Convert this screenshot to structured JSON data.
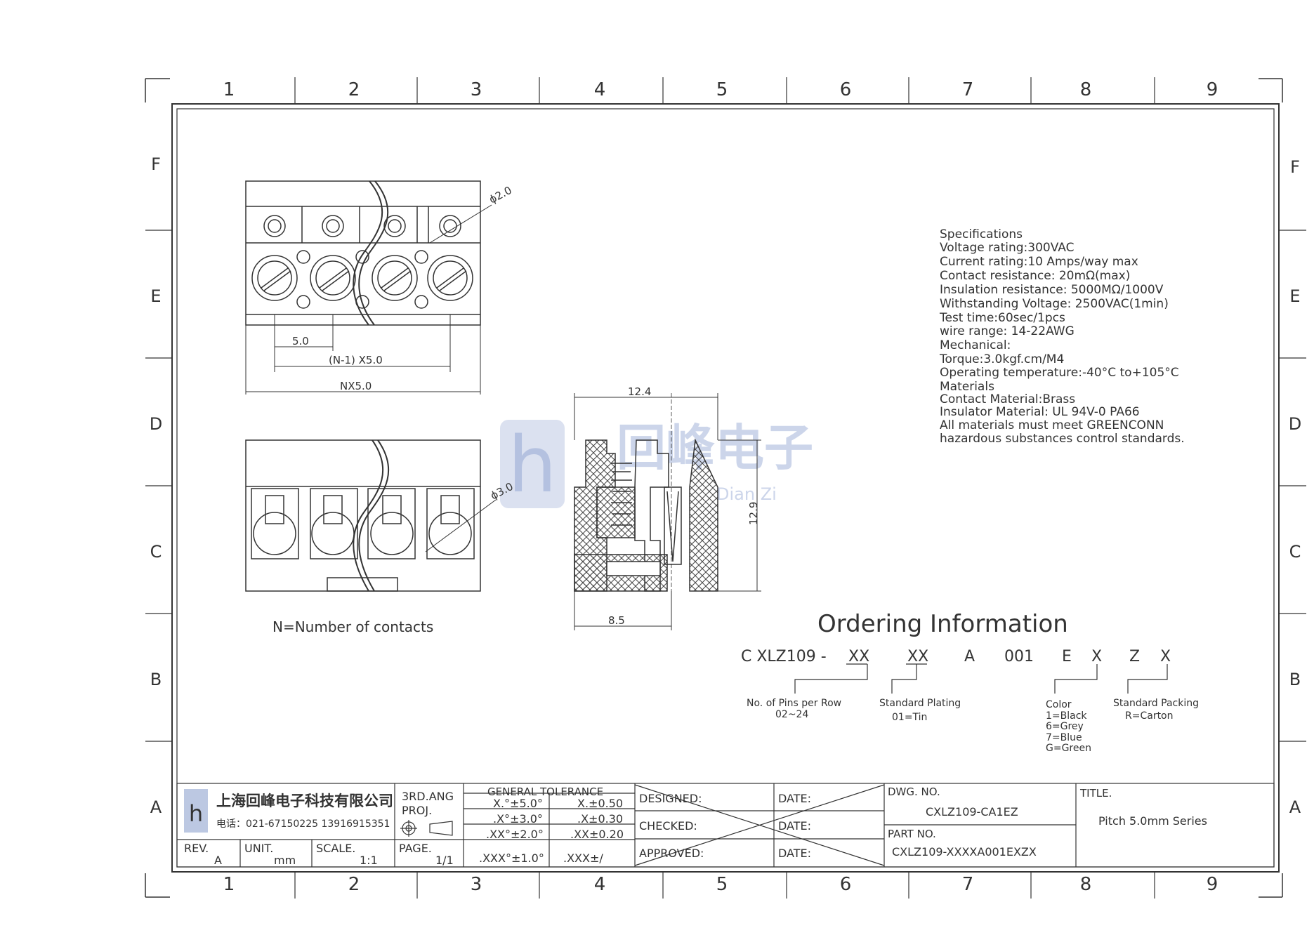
{
  "grid": {
    "columns": [
      "1",
      "2",
      "3",
      "4",
      "5",
      "6",
      "7",
      "8",
      "9"
    ],
    "rows": [
      "F",
      "E",
      "D",
      "C",
      "B",
      "A"
    ]
  },
  "watermark": {
    "logo_text": "h",
    "cn_text": "回峰电子",
    "pinyin": "Dian Zi"
  },
  "views": {
    "top_dims": {
      "pitch": "5.0",
      "n_minus_1": "(N-1) X5.0",
      "total": "NX5.0",
      "screw_dia": "ϕ2.0"
    },
    "front_dims": {
      "wire_dia": "ϕ3.0"
    },
    "side_dims": {
      "width": "12.4",
      "height": "12.9",
      "base": "8.5"
    },
    "note": "N=Number of contacts"
  },
  "specs": [
    "Specifications",
    "Voltage rating:300VAC",
    "Current rating:10 Amps/way max",
    "Contact resistance: 20mΩ(max)",
    "Insulation resistance: 5000MΩ/1000V",
    "Withstanding Voltage: 2500VAC(1min)",
    "Test time:60sec/1pcs",
    "wire range: 14-22AWG",
    "Mechanical:",
    "Torque:3.0kgf.cm/M4",
    "Operating temperature:-40°C to+105°C",
    "Materials",
    "Contact Material:Brass",
    "Insulator Material: UL 94V-0 PA66",
    "All materials must meet GREENCONN",
    "hazardous substances control standards."
  ],
  "ordering": {
    "title": "Ordering Information",
    "parts": [
      "C XLZ109 -",
      "XX",
      "XX",
      "A",
      "001",
      "E",
      "X",
      "Z",
      "X"
    ],
    "legend_pins": [
      "No. of Pins per Row",
      "02~24"
    ],
    "legend_plating": [
      "Standard Plating",
      "01=Tin"
    ],
    "legend_color": [
      "Color",
      "1=Black",
      "6=Grey",
      "7=Blue",
      "G=Green"
    ],
    "legend_packing": [
      "Standard Packing",
      "R=Carton"
    ]
  },
  "title_block": {
    "company_cn": "上海回峰电子科技有限公司",
    "company_tel": "电话：021-67150225  13916915351",
    "proj_label": "3RD.ANG",
    "proj_label2": "PROJ.",
    "tolerance_title": "GENERAL TOLERANCE",
    "tolerance": [
      [
        "X.°±5.0°",
        "X.±0.50"
      ],
      [
        ".X°±3.0°",
        ".X±0.30"
      ],
      [
        ".XX°±2.0°",
        ".XX±0.20"
      ],
      [
        ".XXX°±1.0°",
        ".XXX±/"
      ]
    ],
    "designed": "DESIGNED:",
    "checked": "CHECKED:",
    "approved": "APPROVED:",
    "date": "DATE:",
    "dwg_no_label": "DWG. NO.",
    "dwg_no": "CXLZ109-CA1EZ",
    "part_no_label": "PART NO.",
    "part_no": "CXLZ109-XXXXA001EXZX",
    "title_label": "TITLE.",
    "title": "Pitch 5.0mm Series",
    "rev_label": "REV.",
    "rev": "A",
    "unit_label": "UNIT.",
    "unit": "mm",
    "scale_label": "SCALE.",
    "scale": "1:1",
    "page_label": "PAGE.",
    "page": "1/1"
  }
}
